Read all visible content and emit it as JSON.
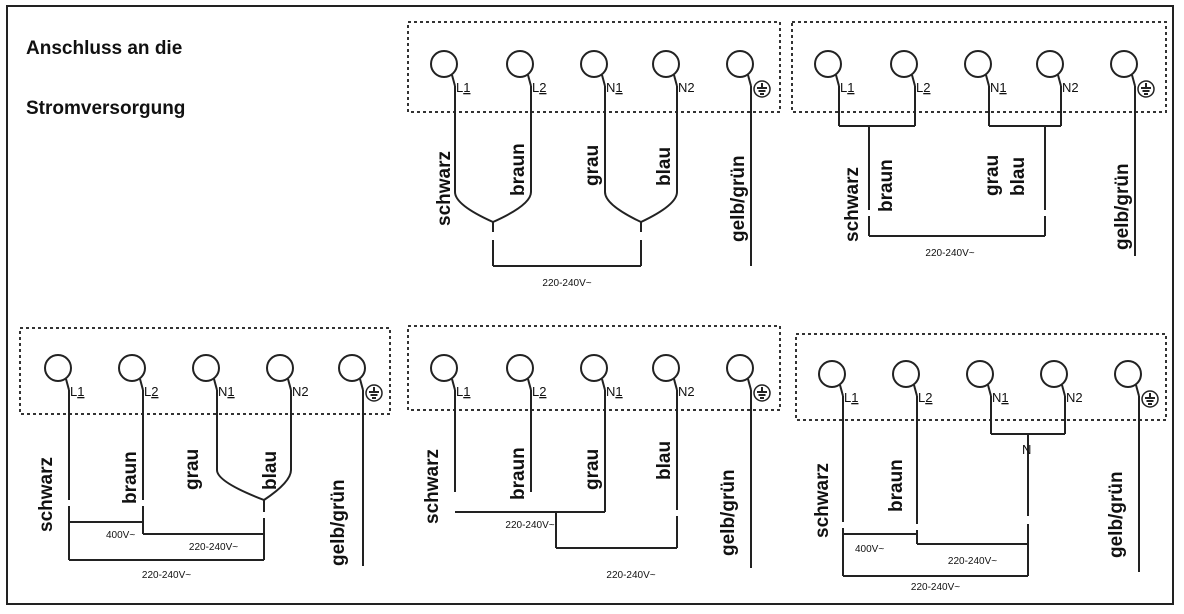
{
  "title": {
    "line1": "Anschluss an die",
    "line2": "Stromversorgung"
  },
  "terminals": {
    "l1_prefix": "L",
    "l1_sub": "1",
    "l2_prefix": "L",
    "l2_sub": "2",
    "n1_prefix": "N",
    "n1_sub": "1",
    "n2": "N2",
    "earth_symbol": "earth-ground-icon"
  },
  "wires": {
    "black": "schwarz",
    "brown": "braun",
    "grey": "grau",
    "blue": "blau",
    "earth": "gelb/grün"
  },
  "voltages": {
    "single_phase": "220-240V~",
    "three_phase": "400V~"
  },
  "neutral_label": "N"
}
